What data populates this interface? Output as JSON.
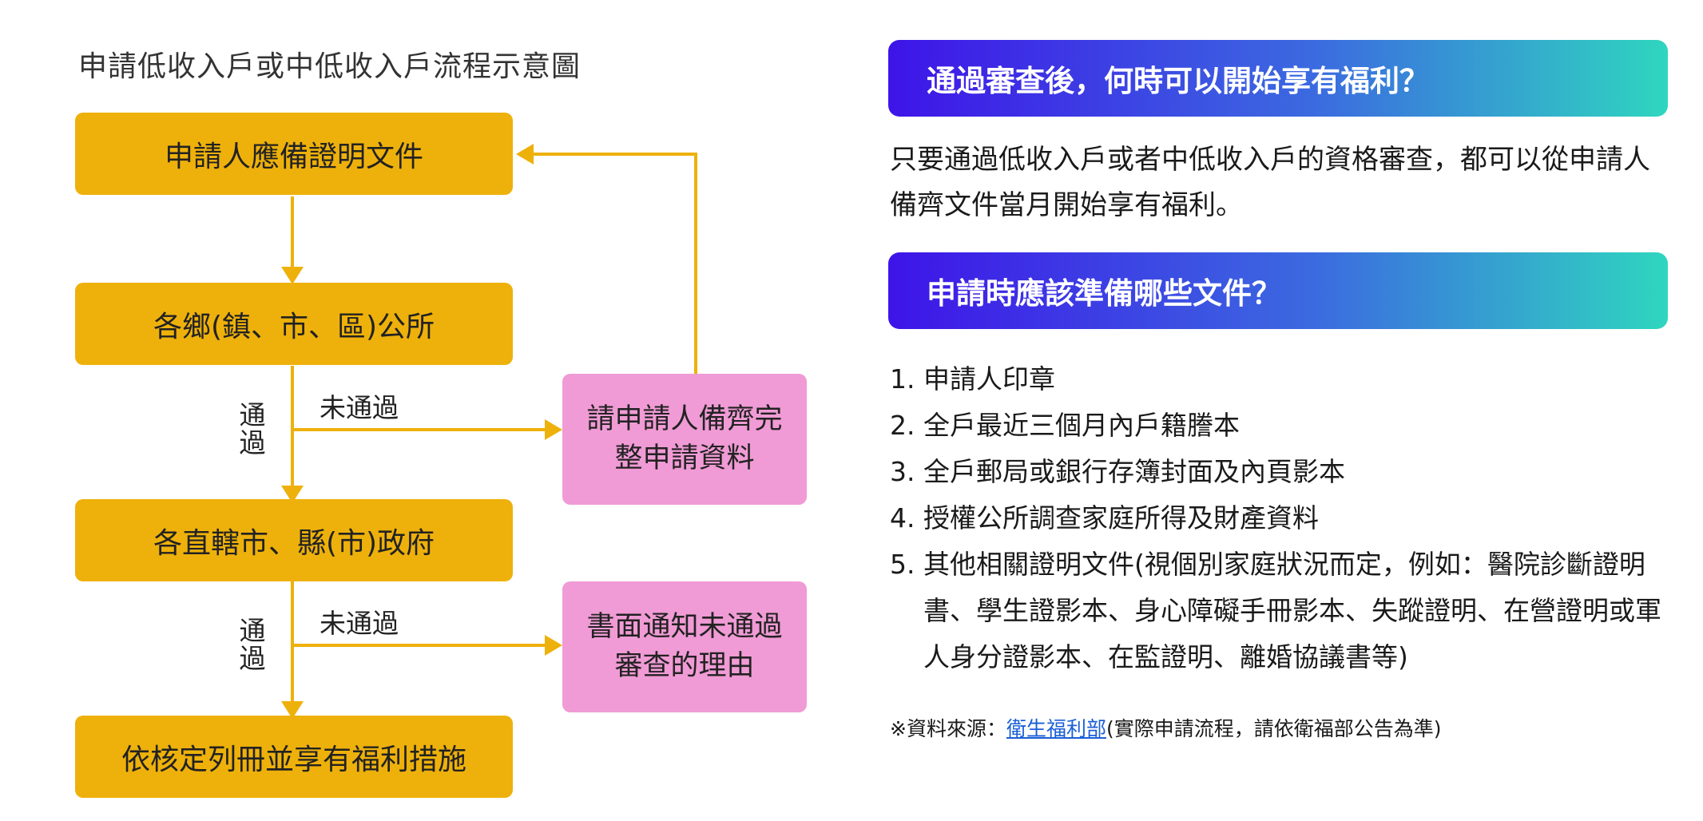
{
  "flowchart": {
    "title": "申請低收入戶或中低收入戶流程示意圖",
    "steps": [
      "申請人應備證明文件",
      "各鄉(鎮、市、區)公所",
      "各直轄市、縣(市)政府",
      "依核定列冊並享有福利措施"
    ],
    "notices": [
      "請申請人備齊完整申請資料",
      "書面通知未通過審查的理由"
    ],
    "pass_label_chars": [
      "通",
      "過"
    ],
    "fail_label": "未通過",
    "colors": {
      "step": "#EEB10B",
      "notice": "#F09BD5",
      "arrow": "#EEB10B"
    }
  },
  "benefits": {
    "heading": "通過審查後，何時可以開始享有福利？",
    "text": "只要通過低收入戶或者中低收入戶的資格審查，都可以從申請人備齊文件當月開始享有福利。"
  },
  "documents": {
    "heading": "申請時應該準備哪些文件？",
    "items": [
      {
        "num": "1.",
        "text": "申請人印章"
      },
      {
        "num": "2.",
        "text": "全戶最近三個月內戶籍謄本"
      },
      {
        "num": "3.",
        "text": "全戶郵局或銀行存簿封面及內頁影本"
      },
      {
        "num": "4.",
        "text": "授權公所調查家庭所得及財產資料"
      },
      {
        "num": "5.",
        "text": "其他相關證明文件(視個別家庭狀況而定，例如：醫院診斷證明書、學生證影本、身心障礙手冊影本、失蹤證明、在營證明或軍人身分證影本、在監證明、離婚協議書等)"
      }
    ]
  },
  "source": {
    "prefix": "※資料來源：",
    "link_text": "衛生福利部",
    "suffix": "(實際申請流程，請依衛福部公告為準)"
  },
  "colors": {
    "heading_gradient_start": "#3E14E8",
    "heading_gradient_end": "#2FD6BF"
  }
}
